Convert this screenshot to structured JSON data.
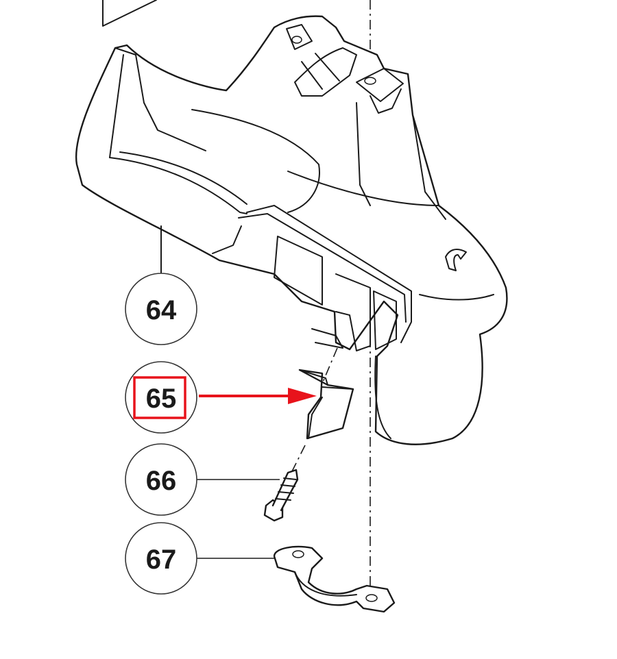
{
  "callouts": [
    {
      "number": "64",
      "part": "cover"
    },
    {
      "number": "65",
      "part": "clip"
    },
    {
      "number": "66",
      "part": "screw"
    },
    {
      "number": "67",
      "part": "pipe-clamp"
    }
  ],
  "highlight": {
    "target": "65",
    "color": "#e8131b"
  }
}
